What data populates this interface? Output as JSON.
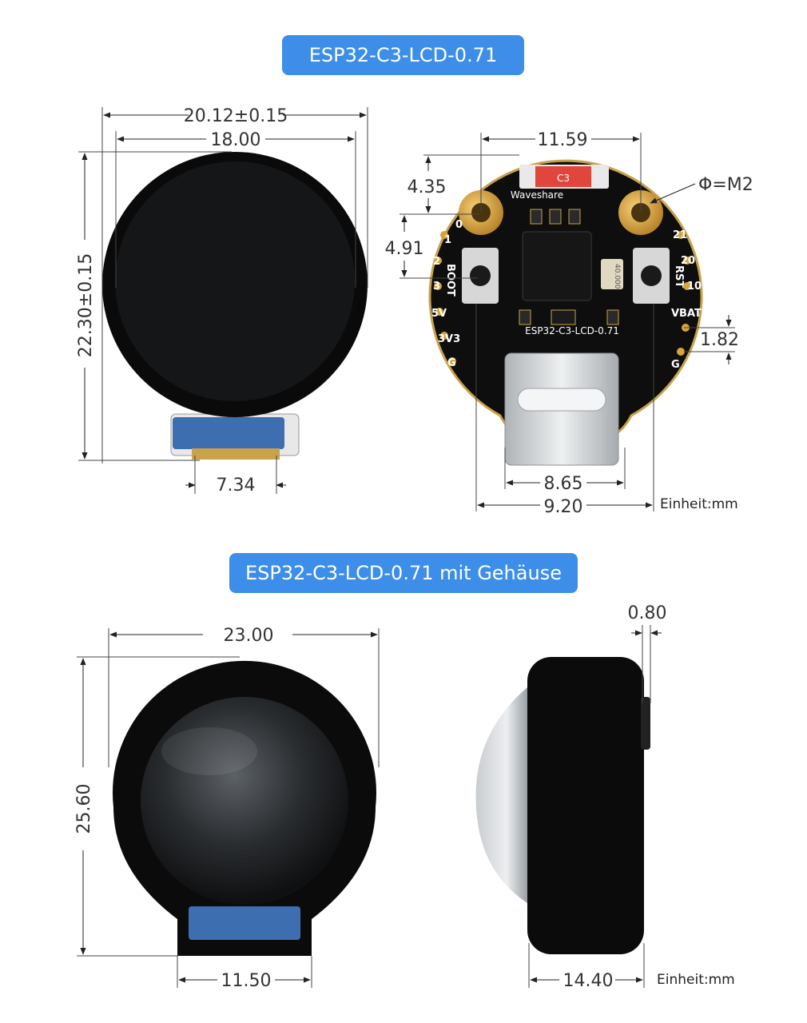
{
  "titles": {
    "top": "ESP32-C3-LCD-0.71",
    "bottom": "ESP32-C3-LCD-0.71 mit Gehäuse"
  },
  "dimensions": {
    "screen_outer_width": "20.12±0.15",
    "screen_active_width": "18.00",
    "screen_height": "22.30±0.15",
    "screen_connector_width": "7.34",
    "hole_spacing": "11.59",
    "hole_top_offset": "4.35",
    "hole_to_button": "4.91",
    "hole_type": "Φ=M2",
    "pin_pitch": "1.82",
    "usb_width": "8.65",
    "pcb_bottom_width": "9.20",
    "case_width": "23.00",
    "case_height": "25.60",
    "case_base_width": "11.50",
    "case_depth": "14.40",
    "case_rear_protrusion": "0.80"
  },
  "units": {
    "top": "Einheit:mm",
    "bottom": "Einheit:mm"
  },
  "board": {
    "brand": "Waveshare",
    "model": "ESP32-C3-LCD-0.71",
    "chip_mark": "C3",
    "crystal_mark": "40.000",
    "left_button": "BOOT",
    "right_button": "RST",
    "left_pins": [
      "0",
      "1",
      "2",
      "3",
      "5V",
      "3V3",
      "G"
    ],
    "right_pins": [
      "21",
      "20",
      "10",
      "VBAT",
      "G"
    ]
  },
  "colors": {
    "banner": "#3c8ee8",
    "pcb": "#0e0e0e",
    "gold": "#d7a43a",
    "usb": "#cfd3d6",
    "case": "#0b0b0b",
    "connector_blue": "#3d6fb0"
  }
}
